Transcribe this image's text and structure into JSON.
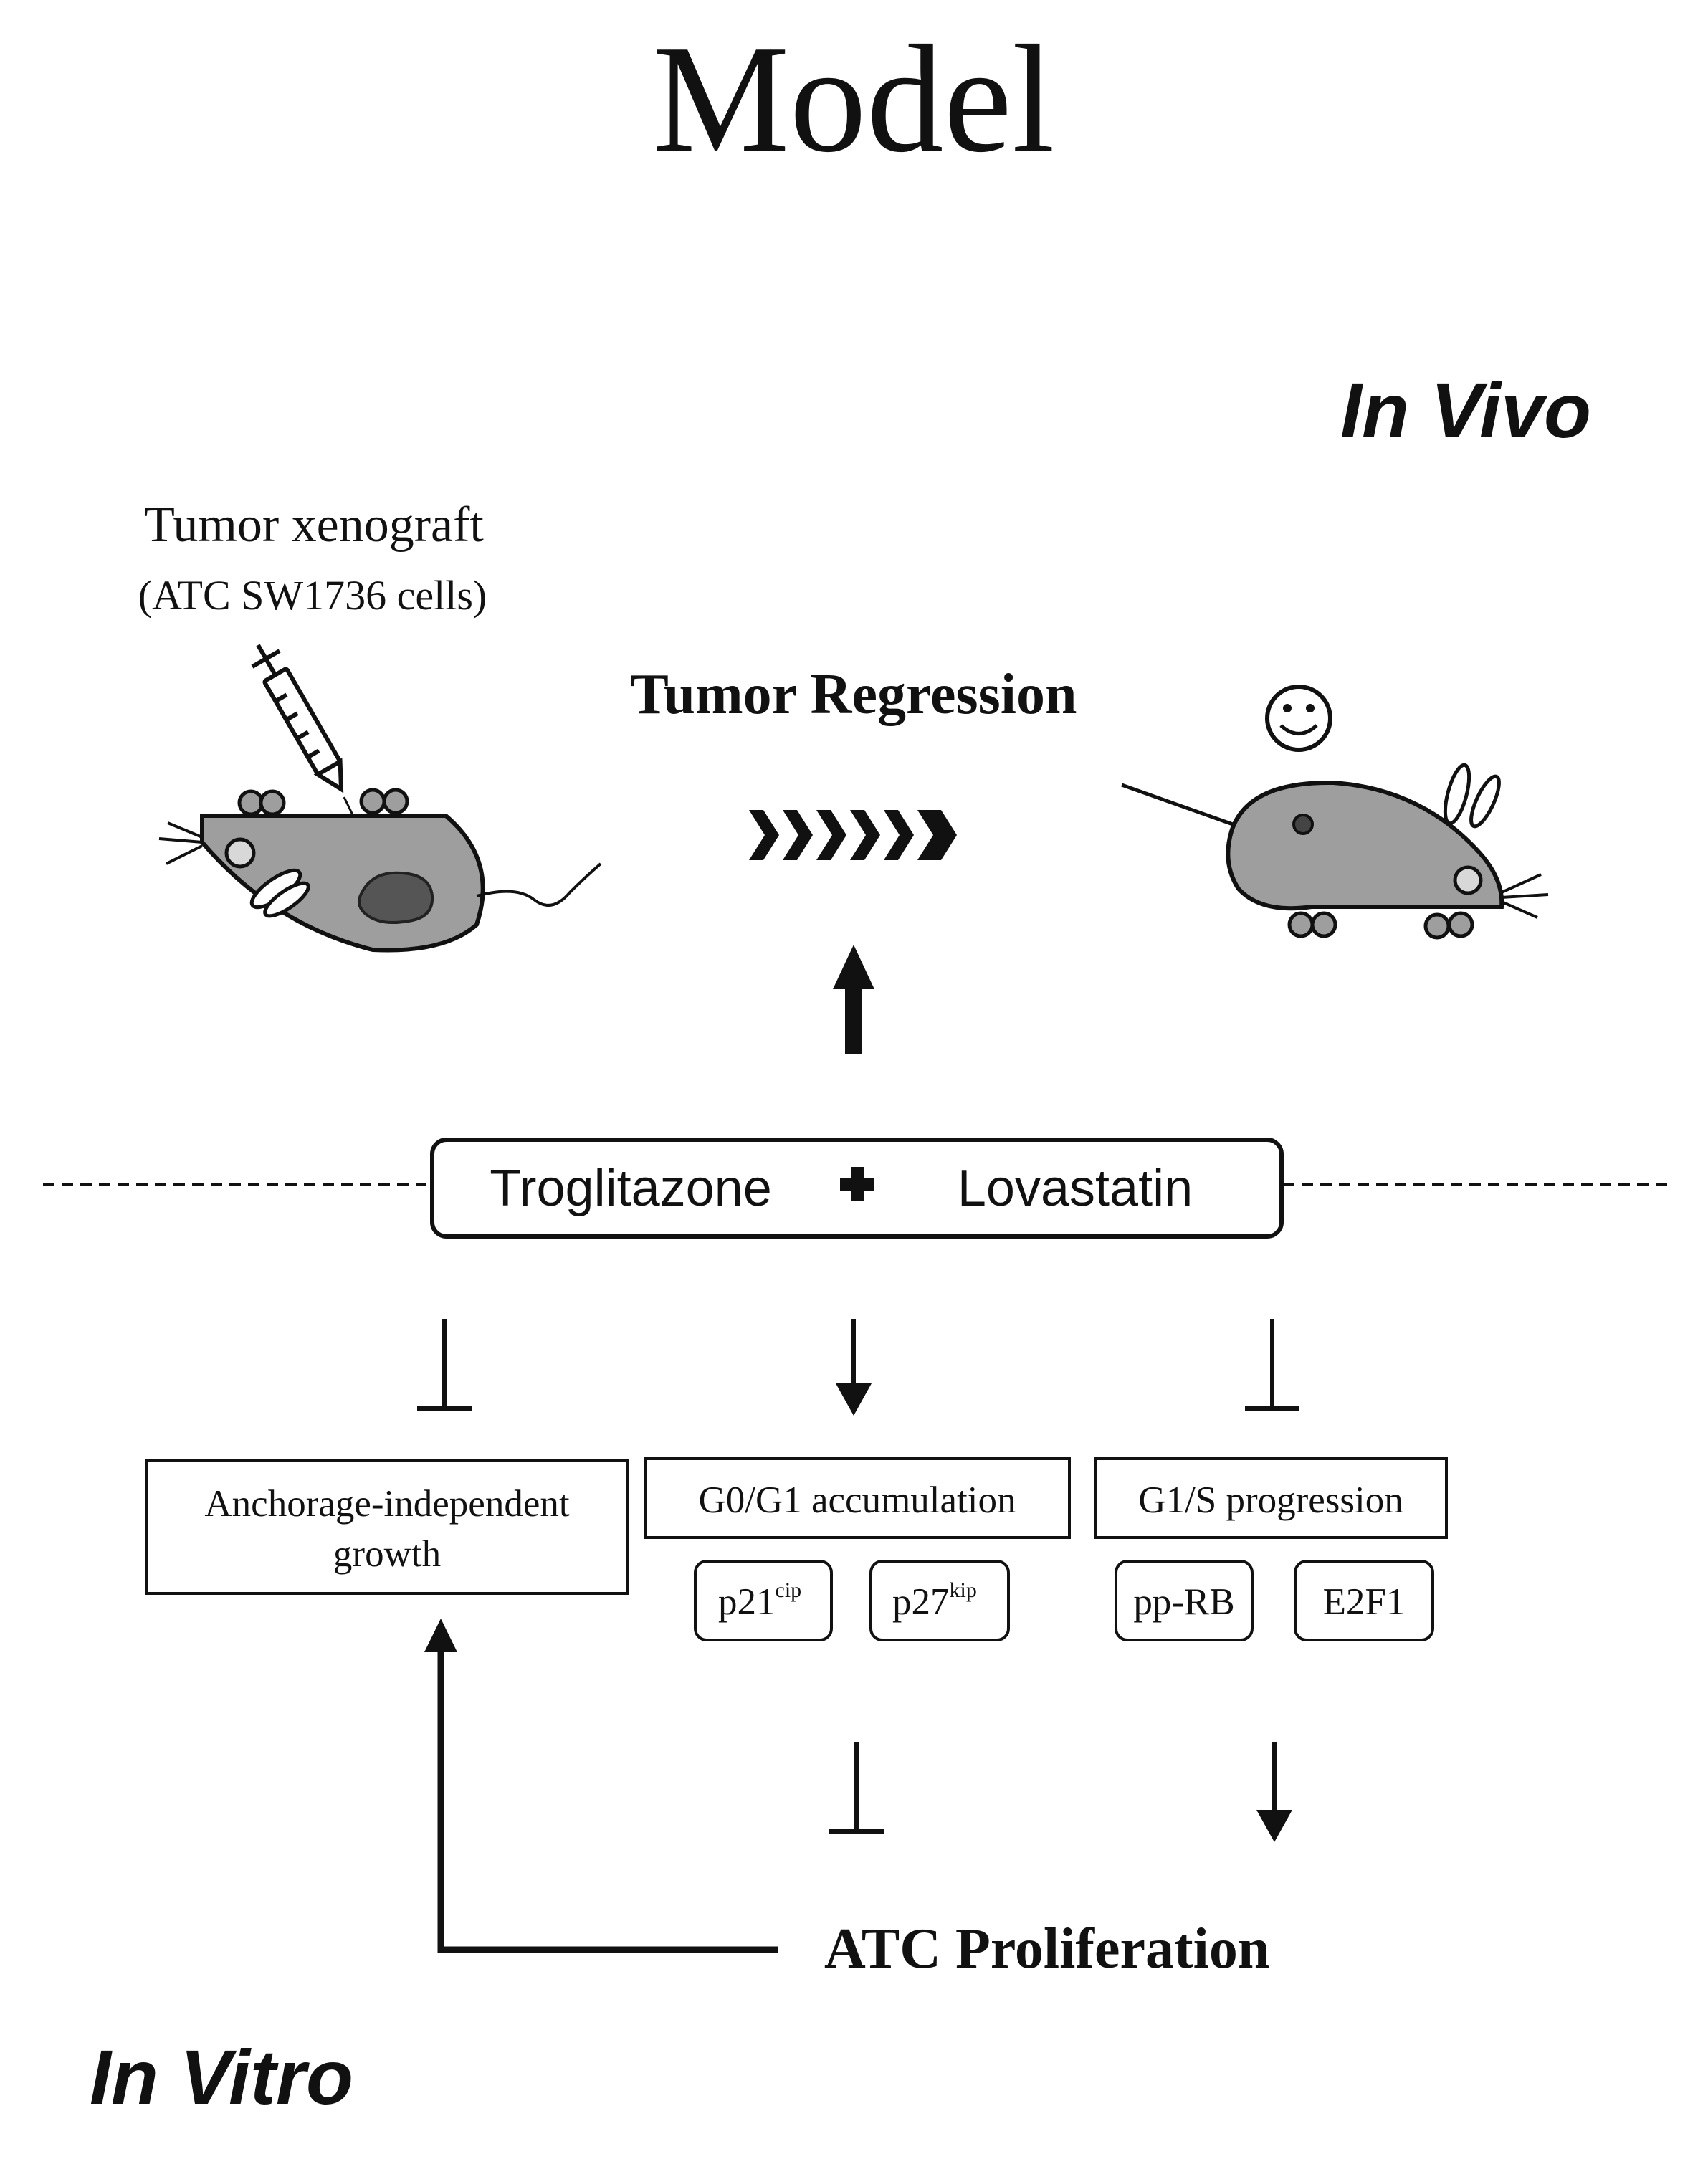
{
  "title": "Model",
  "in_vivo_label": "In Vivo",
  "in_vitro_label": "In Vitro",
  "xenograft": {
    "line1": "Tumor xenograft",
    "line2": "(ATC SW1736 cells)"
  },
  "tumor_regression": "Tumor Regression",
  "drugs": {
    "drug1": "Troglitazone",
    "plus": "+",
    "drug2": "Lovastatin"
  },
  "boxes": {
    "anchorage_line1": "Anchorage-independent",
    "anchorage_line2": "growth",
    "g0g1": "G0/G1 accumulation",
    "g1s": "G1/S progression"
  },
  "markers": {
    "p21": "p21",
    "p21_sup": "cip",
    "p27": "p27",
    "p27_sup": "kip",
    "pprb": "pp-RB",
    "e2f1": "E2F1"
  },
  "proliferation": "ATC Proliferation",
  "icons": {
    "syringe": "syringe-icon",
    "sick_mouse": "mouse-with-tumor-icon",
    "healthy_mouse": "healthy-mouse-icon",
    "smiley": "smiley-face-icon",
    "chevrons": "chevron-arrows-icon"
  }
}
